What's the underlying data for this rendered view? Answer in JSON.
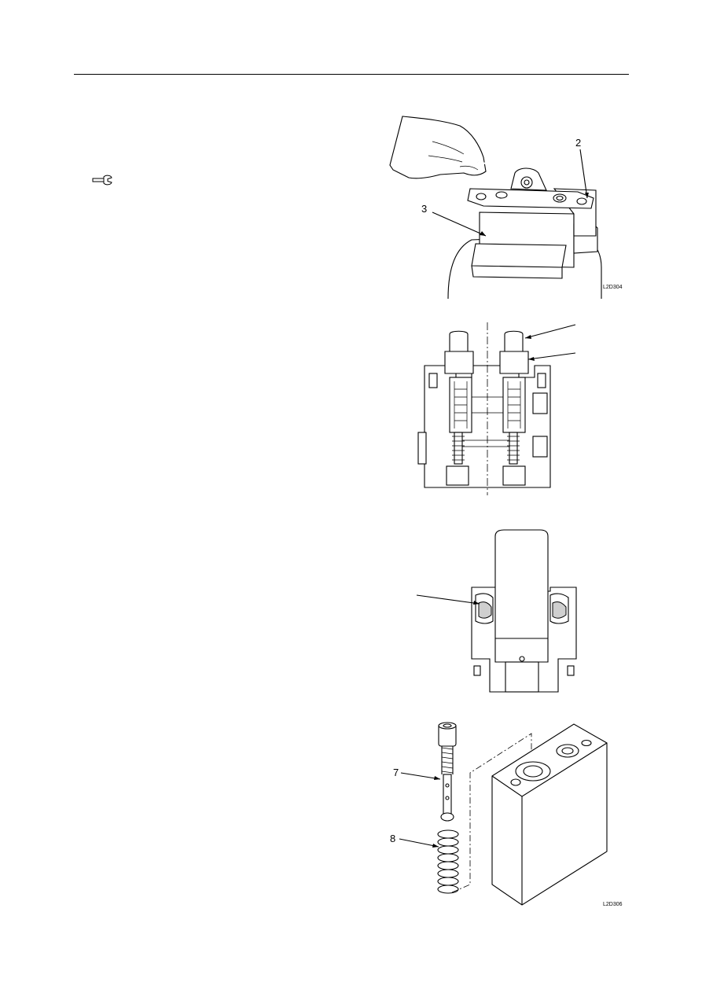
{
  "figures": [
    {
      "code": "L2D304",
      "callouts": [
        "2",
        "3"
      ]
    },
    {
      "code": "",
      "callouts": []
    },
    {
      "code": "",
      "callouts": []
    },
    {
      "code": "L2D306",
      "callouts": [
        "7",
        "8"
      ]
    }
  ],
  "icons": {
    "torque": "wrench-icon"
  }
}
